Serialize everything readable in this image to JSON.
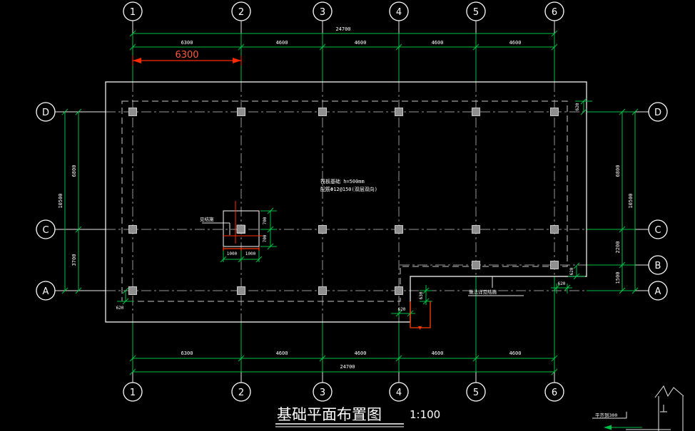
{
  "drawing": {
    "title": "基础平面布置图",
    "scale_label": "1:100",
    "grid": {
      "columns": [
        "1",
        "2",
        "3",
        "4",
        "5",
        "6"
      ],
      "rows_left": [
        "D",
        "C",
        "A"
      ],
      "rows_right": [
        "D",
        "C",
        "B",
        "A"
      ]
    },
    "dims": {
      "top_total": "24700",
      "top_segments": [
        "6300",
        "4600",
        "4600",
        "4600",
        "4600"
      ],
      "top_highlight": "6300",
      "bottom_segments": [
        "6300",
        "4600",
        "4600",
        "4600",
        "4600"
      ],
      "bottom_total": "24700",
      "left_total": "10500",
      "left_segments": [
        "6800",
        "3700"
      ],
      "right_total": "10500",
      "right_segments": [
        "6800",
        "2200",
        "1500"
      ],
      "offset_top_right": "620",
      "offset_right_step": "620",
      "offset_bottom_right": "620",
      "offset_bottom_left": "620",
      "pit_offset_x": "620",
      "pit_offset_y": "630"
    },
    "footing_detail": {
      "width_labels": [
        "1000",
        "1000"
      ],
      "height_labels": [
        "700",
        "700"
      ],
      "leader_note": "见结施"
    },
    "notes": {
      "slab_line1": "筏板基础 h=500mm",
      "slab_line2": "配筋Φ12@150(双层双向)",
      "step_note": "做法详见结施",
      "corner_note": "平齐到300"
    },
    "colors": {
      "grid_green": "#00bf46",
      "dim_red": "#ff2a00",
      "pit_orange": "#ff3c00",
      "line_white": "#ffffff",
      "centerline_gray": "#999999"
    }
  }
}
